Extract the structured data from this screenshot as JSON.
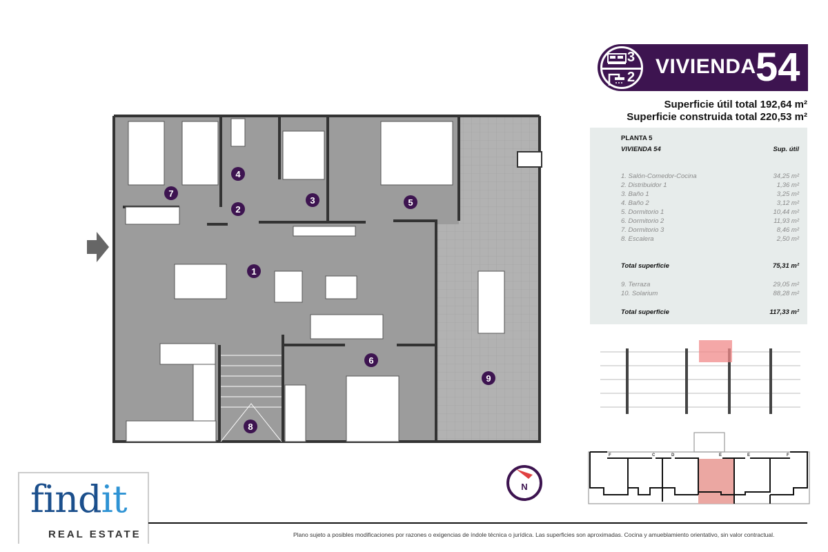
{
  "header": {
    "bedrooms": "3",
    "bathrooms": "2",
    "title_word": "VIVIENDA",
    "title_number": "54",
    "superficie_util": "Superficie útil total 192,64 m²",
    "superficie_construida": "Superficie construida total 220,53 m²"
  },
  "table": {
    "floor": "PLANTA 5",
    "unit": "VIVIENDA 54",
    "col_header": "Sup. útil",
    "rooms": [
      {
        "name": "1. Salón-Comedor-Cocina",
        "area": "34,25 m²"
      },
      {
        "name": "2. Distribuidor 1",
        "area": "1,36 m²"
      },
      {
        "name": "3. Baño 1",
        "area": "3,25 m²"
      },
      {
        "name": "4. Baño 2",
        "area": "3,12 m²"
      },
      {
        "name": "5. Dormitorio 1",
        "area": "10,44 m²"
      },
      {
        "name": "6. Dormitorio 2",
        "area": "11,93 m²"
      },
      {
        "name": "7. Dormitorio 3",
        "area": "8,46 m²"
      },
      {
        "name": "8. Escalera",
        "area": "2,50 m²"
      }
    ],
    "total1_label": "Total superficie",
    "total1_value": "75,31 m²",
    "outdoor": [
      {
        "name": "9. Terraza",
        "area": "29,05 m²"
      },
      {
        "name": "10. Solarium",
        "area": "88,28 m²"
      }
    ],
    "total2_label": "Total superficie",
    "total2_value": "117,33 m²"
  },
  "plan": {
    "room_numbers": [
      "1",
      "2",
      "3",
      "4",
      "5",
      "6",
      "7",
      "8",
      "9"
    ],
    "compass": "N"
  },
  "keyplan": {
    "labels": [
      "F",
      "C",
      "D",
      "E",
      "E",
      "F"
    ],
    "highlight_color": "#eba7a2"
  },
  "logo": {
    "brand": "findit",
    "brand_a": "find",
    "brand_b": "it",
    "tagline": "REAL ESTATE"
  },
  "footer": {
    "disclaimer": "Plano sujeto a posibles modificaciones por razones o exigencias de índole técnica o jurídica. Las superficies son aproximadas. Cocina y amueblamiento orientativo, sin valor contractual."
  },
  "colors": {
    "brand_purple": "#3d1450",
    "plan_gray": "#9c9c9c",
    "table_bg": "#e7eceb"
  }
}
